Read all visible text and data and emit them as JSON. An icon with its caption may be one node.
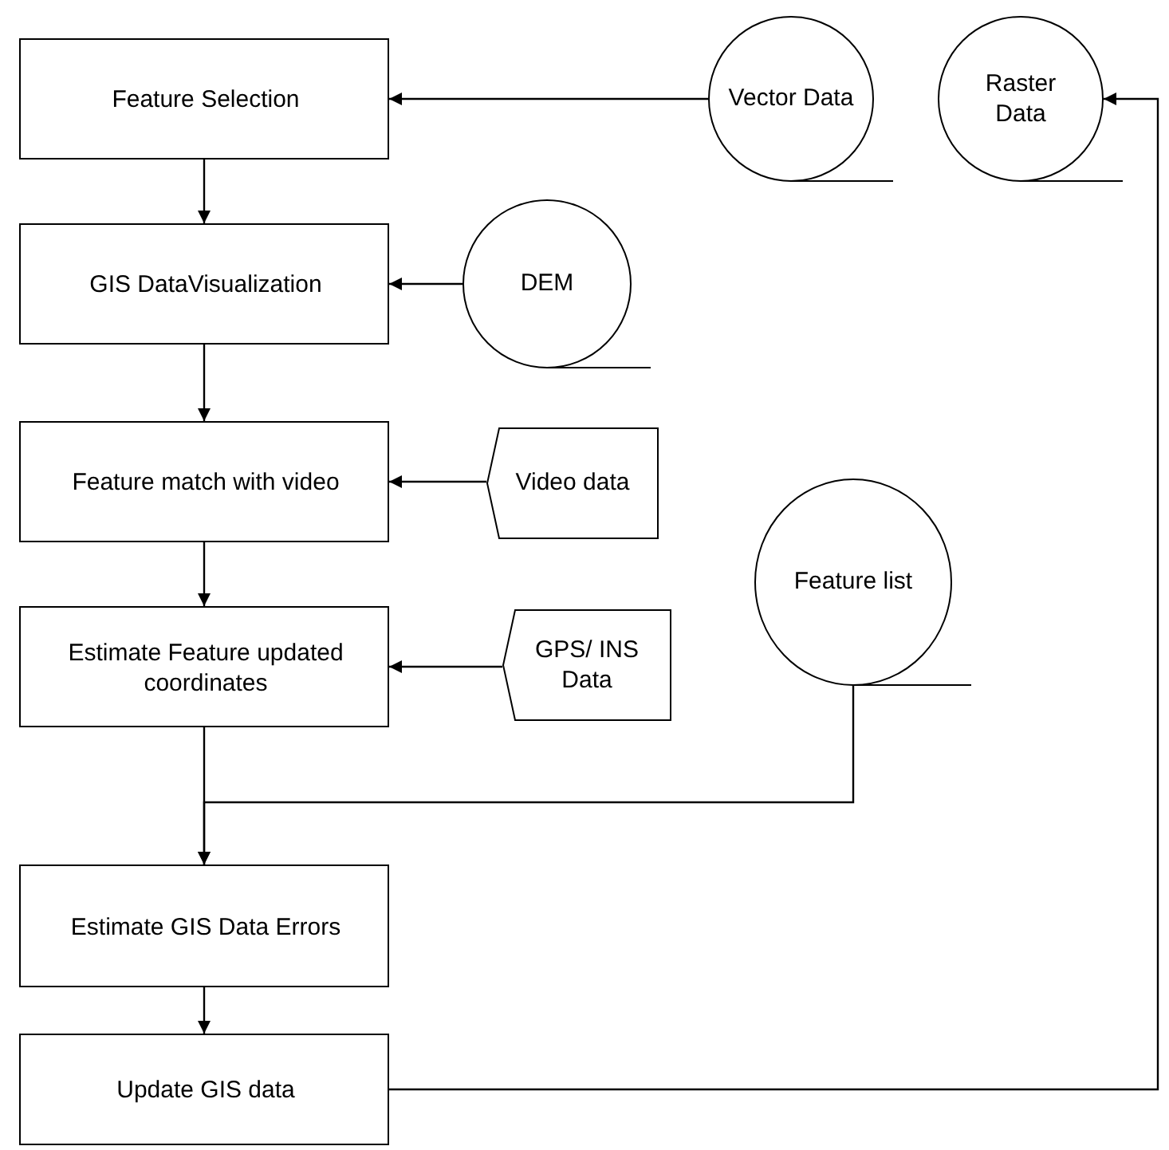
{
  "diagram": {
    "nodes": [
      {
        "text": [
          "Feature Selection"
        ]
      },
      {
        "text": [
          "GIS DataVisualization"
        ]
      },
      {
        "text": [
          "Feature match with video"
        ]
      },
      {
        "text": [
          "Estimate Feature updated coordinates"
        ]
      },
      {
        "text": [
          "Estimate GIS Data Errors"
        ]
      },
      {
        "text": [
          "Update GIS data"
        ]
      },
      {
        "text": [
          "Vector Data"
        ]
      },
      {
        "text": [
          "Raster Data"
        ]
      },
      {
        "text": [
          "DEM"
        ]
      },
      {
        "text": [
          "Video data"
        ]
      },
      {
        "text": [
          "GPS/ INS Data"
        ]
      },
      {
        "text": [
          "Feature list"
        ]
      }
    ],
    "edges": [
      {
        "from": 6,
        "to": 0,
        "arrow": "to"
      },
      {
        "from": 0,
        "to": 1,
        "arrow": "to"
      },
      {
        "from": 8,
        "to": 1,
        "arrow": "to"
      },
      {
        "from": 1,
        "to": 2,
        "arrow": "to"
      },
      {
        "from": 9,
        "to": 2,
        "arrow": "to"
      },
      {
        "from": 2,
        "to": 3,
        "arrow": "to"
      },
      {
        "from": 10,
        "to": 3,
        "arrow": "to"
      },
      {
        "from": 3,
        "to": 4,
        "arrow": "to"
      },
      {
        "from": 11,
        "to": 4,
        "arrow": "to"
      },
      {
        "from": 4,
        "to": 5,
        "arrow": "to"
      },
      {
        "from": 5,
        "to": 7,
        "arrow": "to"
      }
    ]
  }
}
